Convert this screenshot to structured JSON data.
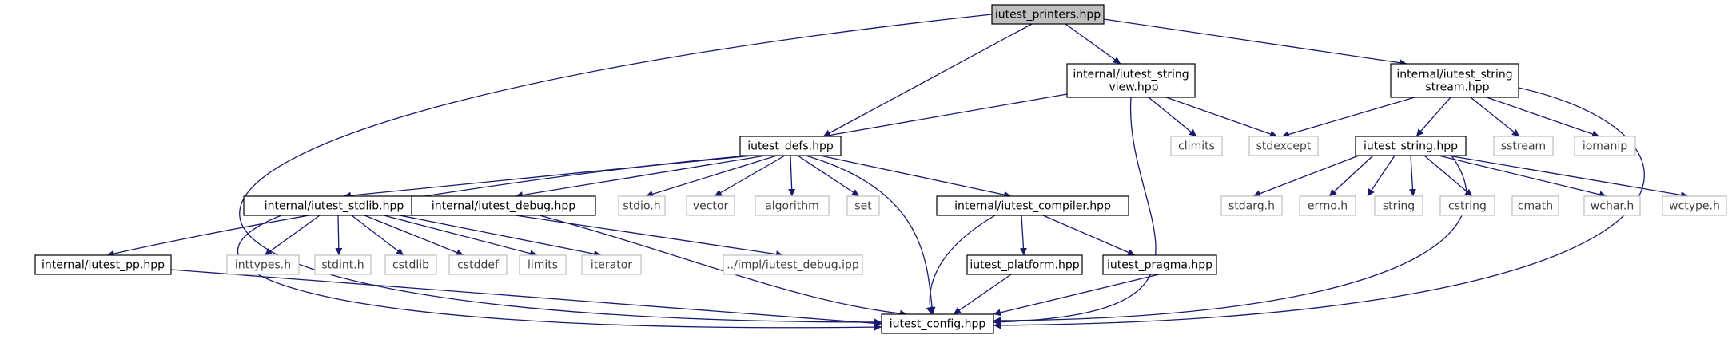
{
  "colors": {
    "edge": "#191970",
    "node_border": "#000000",
    "node_border_external": "#bfbfbf",
    "node_fill": "#ffffff",
    "root_fill": "#bfbfbf",
    "label": "#000000",
    "label_external": "#3f3f3f"
  },
  "nodes": [
    {
      "id": "printers",
      "lines": [
        "iutest_printers.hpp"
      ],
      "kind": "root"
    },
    {
      "id": "string_view",
      "lines": [
        "internal/iutest_string",
        "_view.hpp"
      ],
      "kind": "file"
    },
    {
      "id": "string_stream",
      "lines": [
        "internal/iutest_string",
        "_stream.hpp"
      ],
      "kind": "file"
    },
    {
      "id": "defs",
      "lines": [
        "iutest_defs.hpp"
      ],
      "kind": "file"
    },
    {
      "id": "climits",
      "lines": [
        "climits"
      ],
      "kind": "external"
    },
    {
      "id": "stdexcept",
      "lines": [
        "stdexcept"
      ],
      "kind": "external"
    },
    {
      "id": "string_hpp",
      "lines": [
        "iutest_string.hpp"
      ],
      "kind": "file"
    },
    {
      "id": "sstream",
      "lines": [
        "sstream"
      ],
      "kind": "external"
    },
    {
      "id": "iomanip",
      "lines": [
        "iomanip"
      ],
      "kind": "external"
    },
    {
      "id": "stdlib",
      "lines": [
        "internal/iutest_stdlib.hpp"
      ],
      "kind": "file"
    },
    {
      "id": "debug",
      "lines": [
        "internal/iutest_debug.hpp"
      ],
      "kind": "file"
    },
    {
      "id": "stdio",
      "lines": [
        "stdio.h"
      ],
      "kind": "external"
    },
    {
      "id": "vector",
      "lines": [
        "vector"
      ],
      "kind": "external"
    },
    {
      "id": "algorithm",
      "lines": [
        "algorithm"
      ],
      "kind": "external"
    },
    {
      "id": "set",
      "lines": [
        "set"
      ],
      "kind": "external"
    },
    {
      "id": "compiler",
      "lines": [
        "internal/iutest_compiler.hpp"
      ],
      "kind": "file"
    },
    {
      "id": "stdarg",
      "lines": [
        "stdarg.h"
      ],
      "kind": "external"
    },
    {
      "id": "errno",
      "lines": [
        "errno.h"
      ],
      "kind": "external"
    },
    {
      "id": "string",
      "lines": [
        "string"
      ],
      "kind": "external"
    },
    {
      "id": "cstring",
      "lines": [
        "cstring"
      ],
      "kind": "external"
    },
    {
      "id": "cmath",
      "lines": [
        "cmath"
      ],
      "kind": "external"
    },
    {
      "id": "wchar",
      "lines": [
        "wchar.h"
      ],
      "kind": "external"
    },
    {
      "id": "wctype",
      "lines": [
        "wctype.h"
      ],
      "kind": "external"
    },
    {
      "id": "pp",
      "lines": [
        "internal/iutest_pp.hpp"
      ],
      "kind": "file"
    },
    {
      "id": "inttypes",
      "lines": [
        "inttypes.h"
      ],
      "kind": "external"
    },
    {
      "id": "stdint",
      "lines": [
        "stdint.h"
      ],
      "kind": "external"
    },
    {
      "id": "cstdlib",
      "lines": [
        "cstdlib"
      ],
      "kind": "external"
    },
    {
      "id": "cstddef",
      "lines": [
        "cstddef"
      ],
      "kind": "external"
    },
    {
      "id": "limits",
      "lines": [
        "limits"
      ],
      "kind": "external"
    },
    {
      "id": "iterator",
      "lines": [
        "iterator"
      ],
      "kind": "external"
    },
    {
      "id": "debug_ipp",
      "lines": [
        "../impl/iutest_debug.ipp"
      ],
      "kind": "external"
    },
    {
      "id": "platform",
      "lines": [
        "iutest_platform.hpp"
      ],
      "kind": "file"
    },
    {
      "id": "pragma",
      "lines": [
        "iutest_pragma.hpp"
      ],
      "kind": "file"
    },
    {
      "id": "config",
      "lines": [
        "iutest_config.hpp"
      ],
      "kind": "file"
    }
  ],
  "edges": [
    [
      "printers",
      "defs"
    ],
    [
      "printers",
      "string_view"
    ],
    [
      "printers",
      "string_stream"
    ],
    [
      "printers",
      "config"
    ],
    [
      "string_view",
      "defs"
    ],
    [
      "string_view",
      "climits"
    ],
    [
      "string_view",
      "stdexcept"
    ],
    [
      "string_view",
      "config"
    ],
    [
      "string_stream",
      "stdexcept"
    ],
    [
      "string_stream",
      "string_hpp"
    ],
    [
      "string_stream",
      "sstream"
    ],
    [
      "string_stream",
      "iomanip"
    ],
    [
      "string_stream",
      "config"
    ],
    [
      "defs",
      "pp"
    ],
    [
      "defs",
      "stdlib"
    ],
    [
      "defs",
      "debug"
    ],
    [
      "defs",
      "stdio"
    ],
    [
      "defs",
      "vector"
    ],
    [
      "defs",
      "algorithm"
    ],
    [
      "defs",
      "set"
    ],
    [
      "defs",
      "compiler"
    ],
    [
      "defs",
      "config"
    ],
    [
      "string_hpp",
      "stdarg"
    ],
    [
      "string_hpp",
      "errno"
    ],
    [
      "string_hpp",
      "string"
    ],
    [
      "string_hpp",
      "cstring"
    ],
    [
      "string_hpp",
      "cmath"
    ],
    [
      "string_hpp",
      "wchar"
    ],
    [
      "string_hpp",
      "wctype"
    ],
    [
      "string_hpp",
      "config"
    ],
    [
      "stdlib",
      "inttypes"
    ],
    [
      "stdlib",
      "stdint"
    ],
    [
      "stdlib",
      "cstdlib"
    ],
    [
      "stdlib",
      "cstddef"
    ],
    [
      "stdlib",
      "limits"
    ],
    [
      "stdlib",
      "iterator"
    ],
    [
      "stdlib",
      "config"
    ],
    [
      "debug",
      "debug_ipp"
    ],
    [
      "debug",
      "config"
    ],
    [
      "compiler",
      "platform"
    ],
    [
      "compiler",
      "pragma"
    ],
    [
      "compiler",
      "config"
    ],
    [
      "pp",
      "config"
    ],
    [
      "platform",
      "config"
    ],
    [
      "pragma",
      "config"
    ]
  ]
}
